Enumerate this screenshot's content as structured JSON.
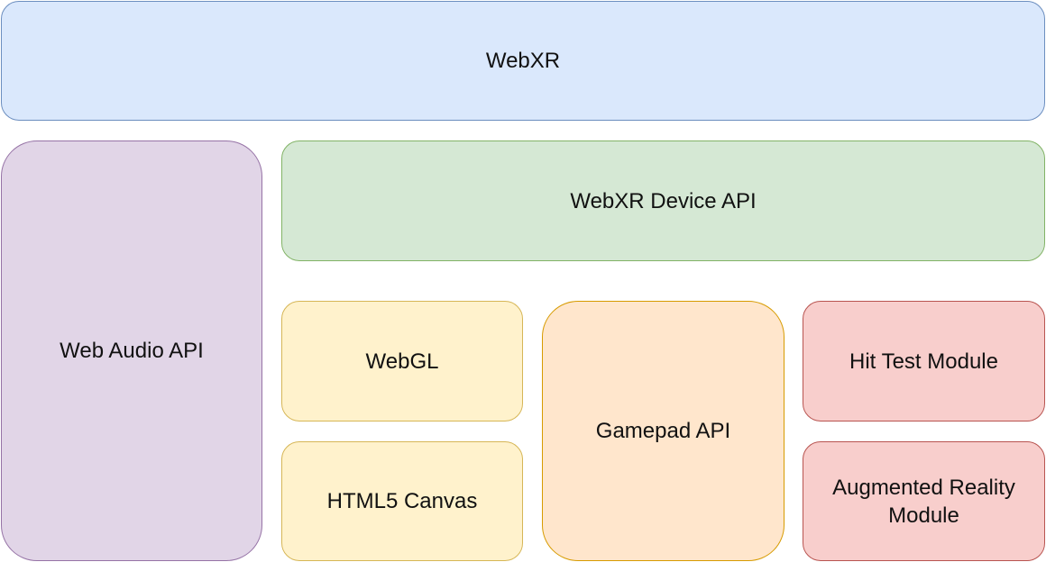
{
  "diagram": {
    "title": "WebXR architecture",
    "boxes": {
      "webxr": {
        "label": "WebXR",
        "fill": "#dae8fc",
        "stroke": "#6c8ebf"
      },
      "web_audio": {
        "label": "Web Audio API",
        "fill": "#e1d5e7",
        "stroke": "#9673a6"
      },
      "device_api": {
        "label": "WebXR Device API",
        "fill": "#d5e8d4",
        "stroke": "#82b366"
      },
      "webgl": {
        "label": "WebGL",
        "fill": "#fff2cc",
        "stroke": "#d6b656"
      },
      "canvas": {
        "label": "HTML5 Canvas",
        "fill": "#fff2cc",
        "stroke": "#d6b656"
      },
      "gamepad": {
        "label": "Gamepad API",
        "fill": "#ffe6cc",
        "stroke": "#d79b00"
      },
      "hit_test": {
        "label": "Hit Test Module",
        "fill": "#f8cecc",
        "stroke": "#b85450"
      },
      "ar_module": {
        "label": "Augmented Reality\nModule",
        "fill": "#f8cecc",
        "stroke": "#b85450"
      }
    }
  }
}
